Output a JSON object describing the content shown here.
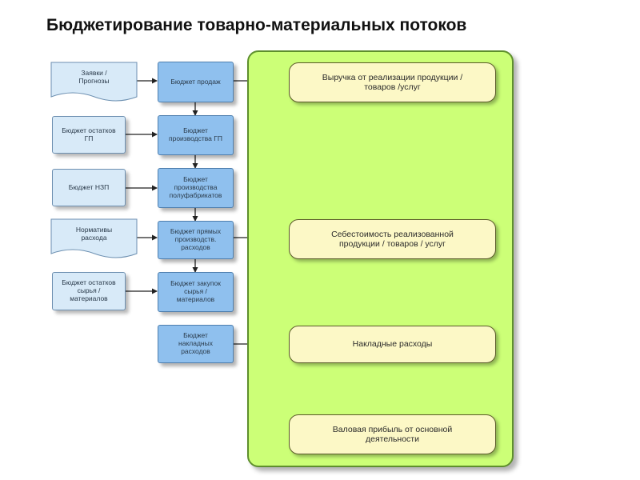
{
  "title": "Бюджетирование товарно-материальных потоков",
  "inputs": {
    "zayavki": "Заявки /\nПрогнозы",
    "ostatki_gp": "Бюджет остатков\nГП",
    "nzp": "Бюджет НЗП",
    "normativy": "Нормативы\nрасхода",
    "ostatki_syrya": "Бюджет остатков\nсырья /\nматериалов"
  },
  "budgets": {
    "prodazh": "Бюджет продаж",
    "proizv_gp": "Бюджет\nпроизводства ГП",
    "proizv_pf": "Бюджет\nпроизводства\nполуфабрикатов",
    "pryamyh": "Бюджет прямых\nпроизводств.\nрасходов",
    "zakupok": "Бюджет закупок\nсырья /\nматериалов",
    "nakladnyh": "Бюджет\nнакладных\nрасходов"
  },
  "results": {
    "vyruchka": "Выручка от реализации продукции /\nтоваров /услуг",
    "sebestoimost": "Себестоимость реализованной\nпродукции / товаров / услуг",
    "nakladnye": "Накладные расходы",
    "pribyl": "Валовая прибыль от основной\nдеятельности"
  },
  "colors": {
    "budget_fill": "#8fc0ee",
    "input_fill": "#d8eaf8",
    "panel_fill": "#ccff77",
    "result_fill": "#fcf8c6",
    "triangle_fill": "#33d6e8",
    "operator": "#b03a0a"
  }
}
